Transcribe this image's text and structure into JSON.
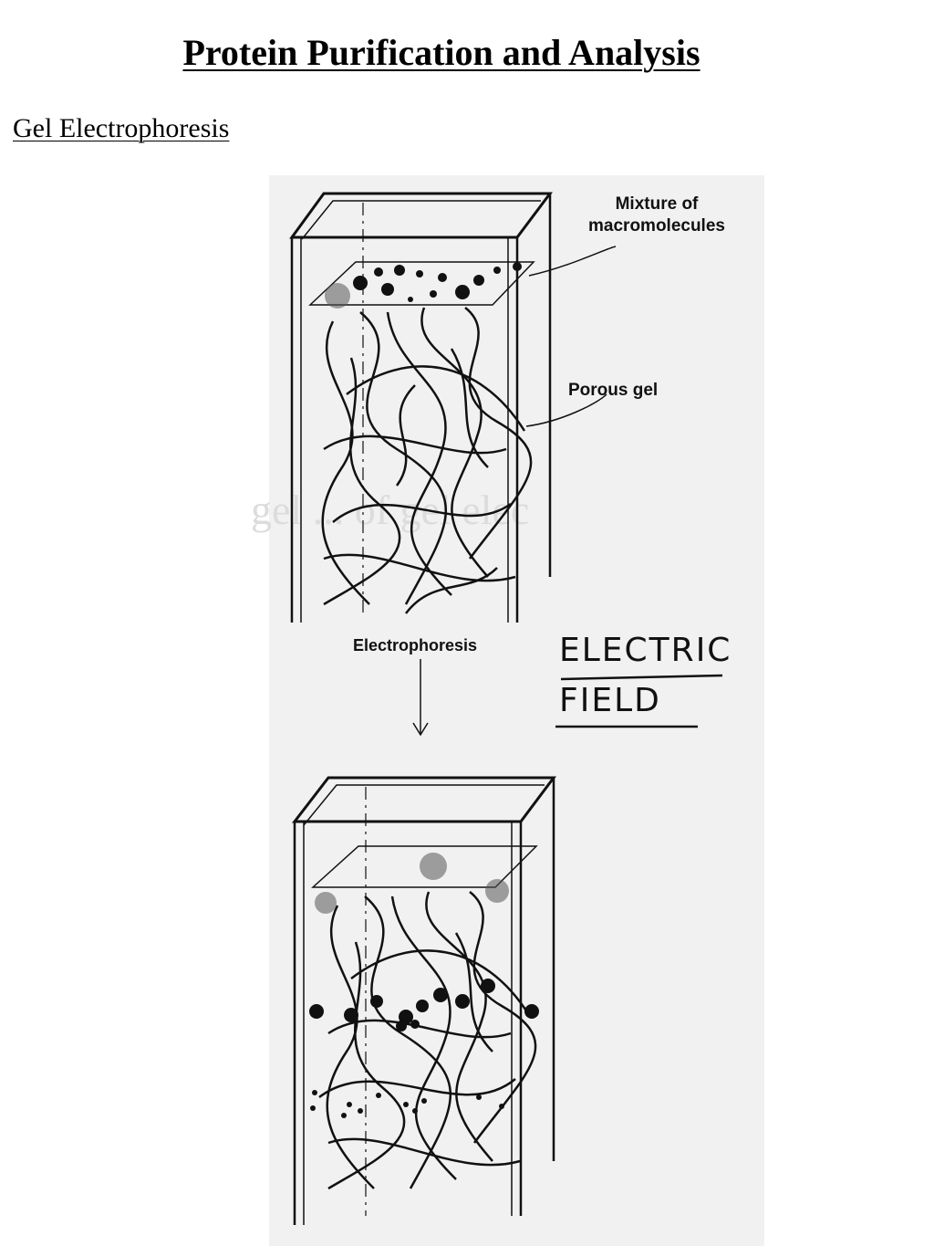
{
  "page": {
    "title": "Protein Purification and Analysis",
    "section_heading": "Gel Electrophoresis"
  },
  "figure": {
    "label_mixture_line1": "Mixture of",
    "label_mixture_line2": "macromolecules",
    "label_porous_gel": "Porous gel",
    "label_electrophoresis": "Electrophoresis",
    "handwritten_line1": "ELECTRIC",
    "handwritten_line2": "FIELD",
    "bleed_through_text": "gel ... of gel elec"
  },
  "colors": {
    "ink": "#111111",
    "scan_background": "#f1f1f1",
    "bleed_through": "#dcdcdc"
  }
}
